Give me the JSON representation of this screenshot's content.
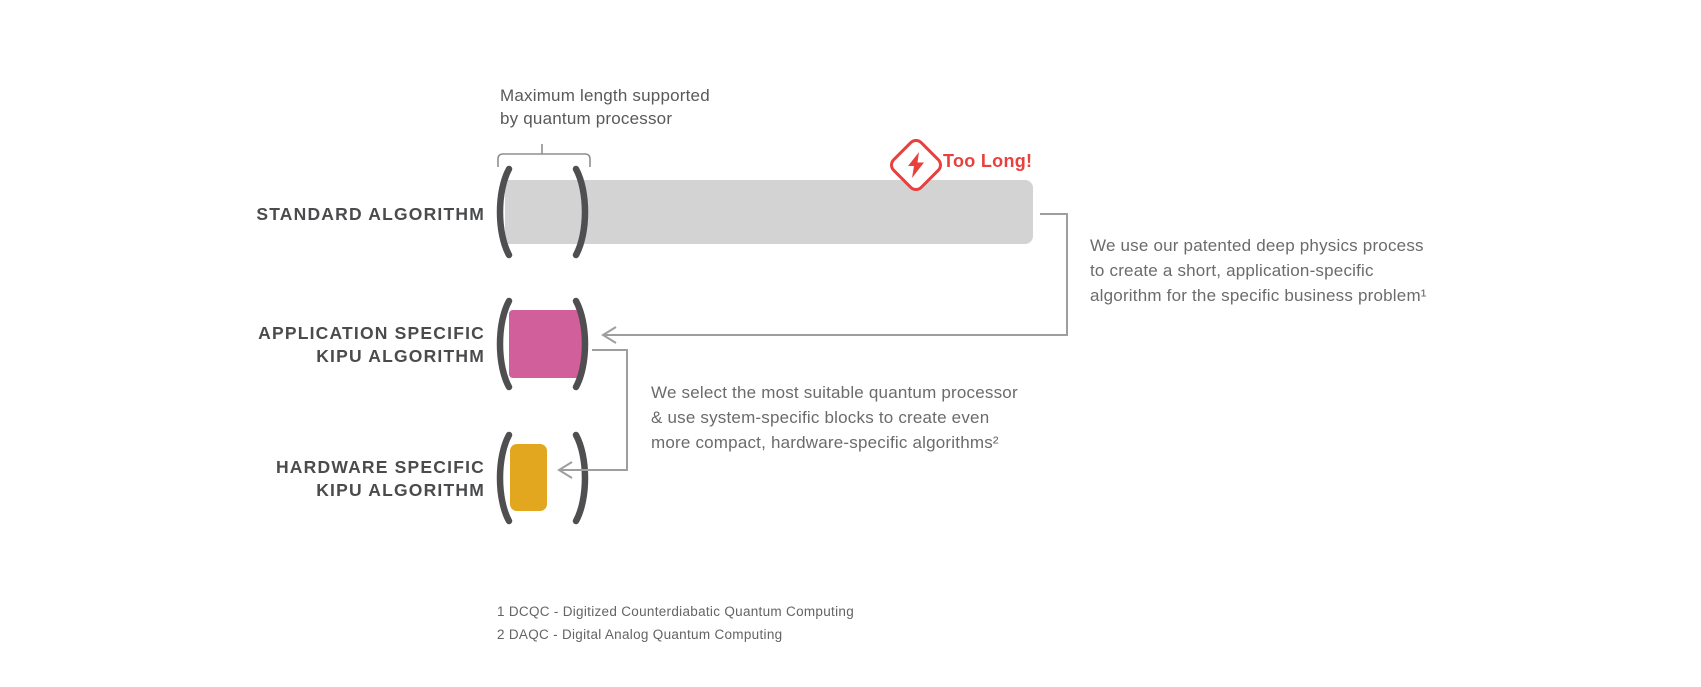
{
  "annotation": {
    "line1": "Maximum length supported",
    "line2": "by quantum processor"
  },
  "rows": {
    "standard": {
      "label": "STANDARD ALGORITHM",
      "bar_color": "#d3d3d3"
    },
    "application": {
      "label_line1": "APPLICATION SPECIFIC",
      "label_line2": "KIPU ALGORITHM",
      "bar_color": "#d15f9b"
    },
    "hardware": {
      "label_line1": "HARDWARE SPECIFIC",
      "label_line2": "KIPU ALGORITHM",
      "bar_color": "#e2a71f"
    }
  },
  "bar_lengths_relative": {
    "max_supported_bracket": 1.0,
    "standard": 7.0,
    "application": 1.0,
    "hardware": 0.5
  },
  "warning": {
    "label": "Too Long!",
    "icon": "lightning-bolt-diamond-icon",
    "color": "#e8403d"
  },
  "notes": {
    "deep_physics": {
      "line1": "We use our patented deep physics process",
      "line2": "to create a short, application-specific",
      "line3": "algorithm for the specific business problem¹"
    },
    "processor_selection": {
      "line1": "We select the most suitable quantum processor",
      "line2": "& use system-specific blocks to create even",
      "line3": "more compact, hardware-specific algorithms²"
    }
  },
  "footnotes": {
    "f1": "1 DCQC - Digitized Counterdiabatic Quantum Computing",
    "f2": "2 DAQC - Digital Analog Quantum Computing"
  },
  "colors": {
    "bar_gray": "#d3d3d3",
    "bar_pink": "#d15f9b",
    "bar_yellow": "#e2a71f",
    "accent_red": "#e8403d",
    "bracket_dark": "#4f4f52",
    "connector_gray": "#9e9e9e",
    "label_dark": "#4a4b4d",
    "note_gray": "#6b6b6b"
  }
}
